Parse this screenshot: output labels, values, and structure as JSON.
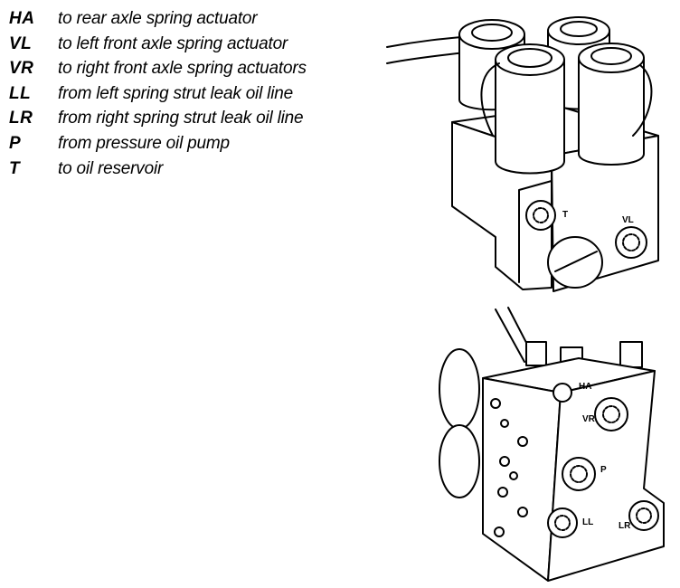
{
  "legend": [
    {
      "code": "HA",
      "text": "to rear axle spring actuator"
    },
    {
      "code": "VL",
      "text": "to left front axle spring actuator"
    },
    {
      "code": "VR",
      "text": "to right front axle spring actuators"
    },
    {
      "code": "LL",
      "text": "from left spring strut leak oil line"
    },
    {
      "code": "LR",
      "text": "from right spring strut leak oil line"
    },
    {
      "code": "P",
      "text": "from pressure oil pump"
    },
    {
      "code": "T",
      "text": "to oil reservoir"
    }
  ],
  "port_labels": {
    "upper_t": "T",
    "upper_vl": "VL",
    "lower_ha": "HA",
    "lower_vr": "VR",
    "lower_p": "P",
    "lower_lr": "LR",
    "lower_ll": "LL"
  },
  "colors": {
    "ink": "#000000",
    "paper": "#ffffff"
  }
}
